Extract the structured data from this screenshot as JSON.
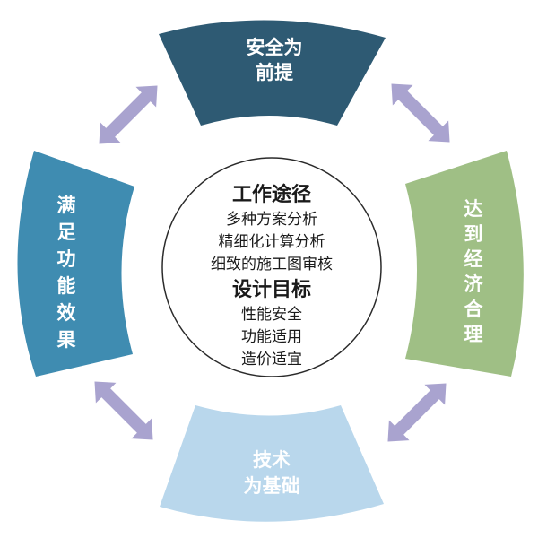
{
  "segments": {
    "top": {
      "lines": [
        "安全为",
        "前提"
      ],
      "color": "#2e5a73"
    },
    "right": {
      "lines": [
        "达",
        "到",
        "经",
        "济",
        "合",
        "理"
      ],
      "color": "#9fbf85"
    },
    "bottom": {
      "lines": [
        "技术",
        "为基础"
      ],
      "color": "#b9d7ec"
    },
    "left": {
      "lines": [
        "满",
        "足",
        "功",
        "能",
        "效",
        "果"
      ],
      "color": "#3f8cb1"
    }
  },
  "center": {
    "heading1": "工作途径",
    "items1": [
      "多种方案分析",
      "精细化计算分析",
      "细致的施工图审核"
    ],
    "heading2": "设计目标",
    "items2": [
      "性能安全",
      "功能适用",
      "造价适宜"
    ]
  },
  "arrow_color": "#a9a3cf"
}
